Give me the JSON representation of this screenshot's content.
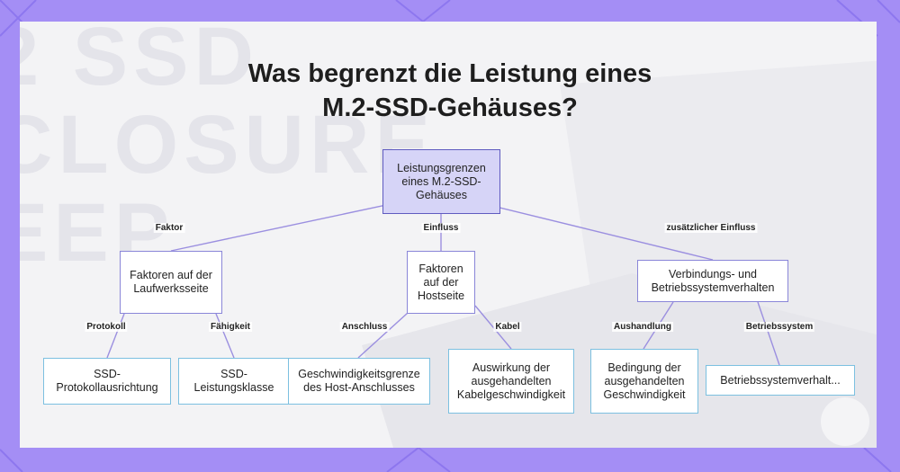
{
  "title_line1": "Was begrenzt die Leistung eines",
  "title_line2": "M.2-SSD-Gehäuses?",
  "background_text": "2 SSD\nCLOSURE\nEEP",
  "colors": {
    "frame": "#a48ef5",
    "root_fill": "#d6d4f7",
    "root_border": "#5f5bc0",
    "mid_border": "#8a86d8",
    "leaf_border": "#7cc0e0",
    "edge": "#9b8fe0"
  },
  "nodes": {
    "root": "Leistungsgrenzen eines M.2-SSD-Gehäuses",
    "drive": "Faktoren auf der Laufwerksseite",
    "host": "Faktoren auf der Hostseite",
    "conn": "Verbindungs- und Betriebssystemverhalten",
    "protocol": "SSD-Protokollausrichtung",
    "class": "SSD-Leistungsklasse",
    "speed": "Geschwindigkeitsgrenze des Host-Anschlusses",
    "cable": "Auswirkung der ausgehandelten Kabelgeschwindigkeit",
    "negotiated": "Bedingung der ausgehandelten Geschwindigkeit",
    "os": "Betriebssystemverhalt..."
  },
  "edge_labels": {
    "faktor": "Faktor",
    "einfluss": "Einfluss",
    "zusatz": "zusätzlicher Einfluss",
    "protokoll": "Protokoll",
    "faehigkeit": "Fähigkeit",
    "anschluss": "Anschluss",
    "kabel": "Kabel",
    "aushandlung": "Aushandlung",
    "betriebssystem": "Betriebssystem"
  }
}
